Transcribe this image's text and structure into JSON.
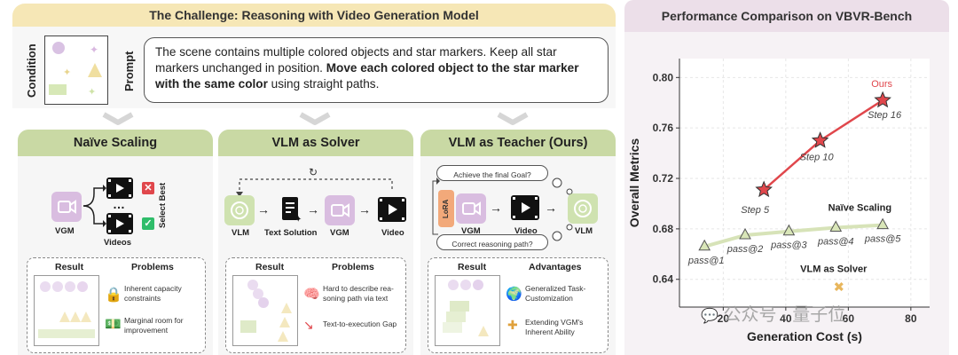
{
  "left_title": "The Challenge: Reasoning with Video Generation Model",
  "condition_label": "Condition",
  "prompt_label": "Prompt",
  "prompt": {
    "part1": "The scene contains multiple colored objects and star markers. Keep all star markers unchanged in position. ",
    "bold": "Move each colored object to the star marker with the same color",
    "part2": " using straight paths."
  },
  "panels": [
    {
      "title": "Naïve Scaling",
      "vgm_label": "VGM",
      "videos_label": "Videos",
      "select_label": "Select Best",
      "col1": "Result",
      "col2": "Problems",
      "items": [
        "Inherent capacity constraints",
        "Marginal room for improvement"
      ]
    },
    {
      "title": "VLM as Solver",
      "vlm_label": "VLM",
      "text_solution_label": "Text Solution",
      "vgm_label": "VGM",
      "video_label": "Video",
      "col1": "Result",
      "col2": "Problems",
      "items": [
        "Hard to describe rea-soning path via text",
        "Text-to-execution Gap"
      ]
    },
    {
      "title": "VLM as Teacher (Ours)",
      "bubble1": "Achieve the final Goal?",
      "bubble2": "Correct reasoning path?",
      "lora_label": "LoRA",
      "vgm_label": "VGM",
      "video_label": "Video",
      "vlm_label": "VLM",
      "col1": "Result",
      "col2": "Advantages",
      "items": [
        "Generalized Task-Customization",
        "Extending VGM's Inherent Ability"
      ]
    }
  ],
  "watermark": "公众号 · 量子位",
  "colors": {
    "banner_yellow": "#f6e7b6",
    "banner_pink": "#ecdfe9",
    "panel_green": "#c9d9a4",
    "ours_line": "#e0474c",
    "naive_line": "#d7e3b8"
  },
  "chart_data": {
    "type": "line",
    "title": "Performance Comparison on VBVR-Bench",
    "xlabel": "Generation Cost (s)",
    "ylabel": "Overall Metrics",
    "xticks": [
      20,
      40,
      60,
      80
    ],
    "yticks": [
      0.64,
      0.68,
      0.72,
      0.76,
      0.8
    ],
    "xlim": [
      6,
      86
    ],
    "ylim": [
      0.618,
      0.815
    ],
    "series": [
      {
        "name": "Ours",
        "color": "#e0474c",
        "points": [
          {
            "x": 33,
            "y": 0.711,
            "label": "Step 5"
          },
          {
            "x": 51,
            "y": 0.75,
            "label": "Step 10"
          },
          {
            "x": 71,
            "y": 0.782,
            "label": "Step 16"
          }
        ]
      },
      {
        "name": "Naïve Scaling",
        "color": "#d7e3b8",
        "points": [
          {
            "x": 14,
            "y": 0.666,
            "label": "pass@1"
          },
          {
            "x": 27,
            "y": 0.675,
            "label": "pass@2"
          },
          {
            "x": 41,
            "y": 0.678,
            "label": "pass@3"
          },
          {
            "x": 56,
            "y": 0.681,
            "label": "pass@4"
          },
          {
            "x": 71,
            "y": 0.683,
            "label": "pass@5"
          }
        ]
      },
      {
        "name": "VLM as Solver",
        "color": "#f0d28a",
        "points": [
          {
            "x": 57,
            "y": 0.634,
            "label": ""
          }
        ]
      }
    ]
  }
}
